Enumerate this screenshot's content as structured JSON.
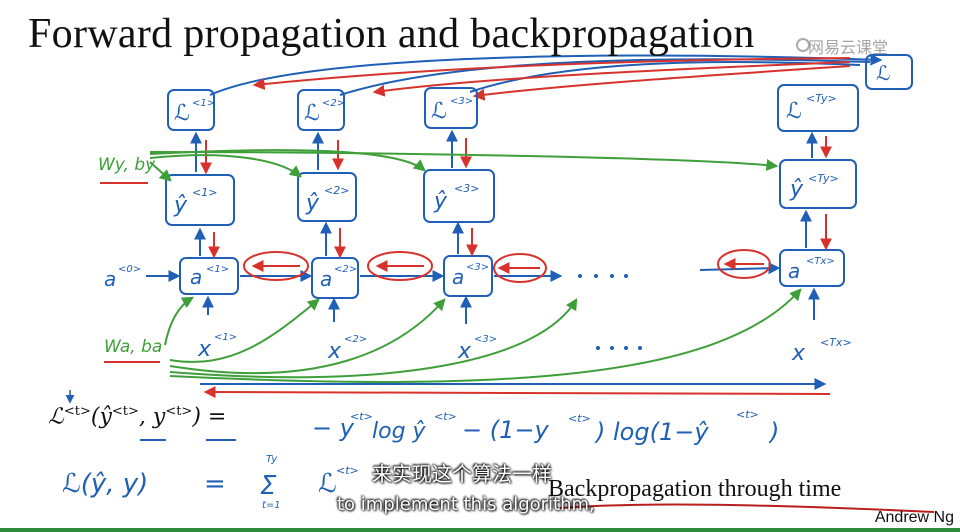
{
  "slide": {
    "title": "Forward propagation and backpropagation",
    "watermark": "网易云课堂",
    "bptt_label": "Backpropagation through time",
    "author": "Andrew Ng"
  },
  "formula": {
    "lhs": "ℒ",
    "lhs_sup": "<t>",
    "args_open": "(ŷ",
    "args_sup1": "<t>",
    "args_mid": ", y",
    "args_sup2": "<t>",
    "args_close": ") ="
  },
  "subtitles": {
    "zh": "来实现这个算法一样",
    "en": "to implement this algorithm,"
  },
  "colors": {
    "blue": "#1f5fb5",
    "red": "#d8322c",
    "green": "#3f9f3a",
    "dark_red": "#b81f1f"
  }
}
